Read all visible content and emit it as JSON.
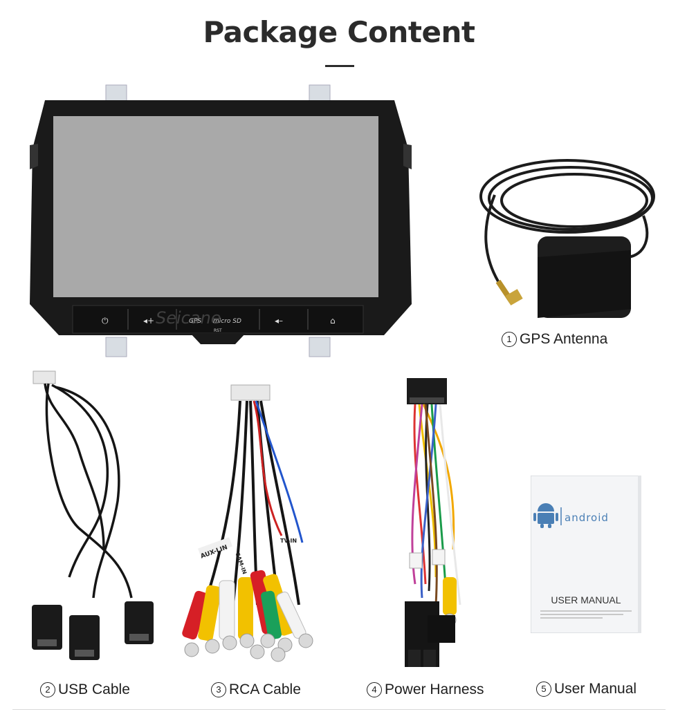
{
  "header": {
    "title": "Package Content"
  },
  "items": [
    {
      "num": "①",
      "label": "GPS Antenna",
      "icon": "gps-antenna-icon"
    },
    {
      "num": "②",
      "label": "USB Cable",
      "icon": "usb-cable-icon"
    },
    {
      "num": "③",
      "label": "RCA Cable",
      "icon": "rca-cable-icon"
    },
    {
      "num": "④",
      "label": "Power Harness",
      "icon": "power-harness-icon"
    },
    {
      "num": "⑤",
      "label": "User Manual",
      "icon": "user-manual-icon"
    }
  ],
  "head_unit": {
    "watermark": "Seicane",
    "buttons": [
      "GPS",
      "micro SD",
      "RST"
    ]
  },
  "manual": {
    "brand": "android",
    "title": "USER MANUAL"
  },
  "rca_tags": [
    "AUX-LIN",
    "TV-IN",
    "CAM-IN"
  ],
  "colors": {
    "title": "#2b2b2b",
    "unit_body": "#1a1a1a",
    "screen": "#a9a9a9",
    "manual_brand": "#4a7fb5"
  }
}
